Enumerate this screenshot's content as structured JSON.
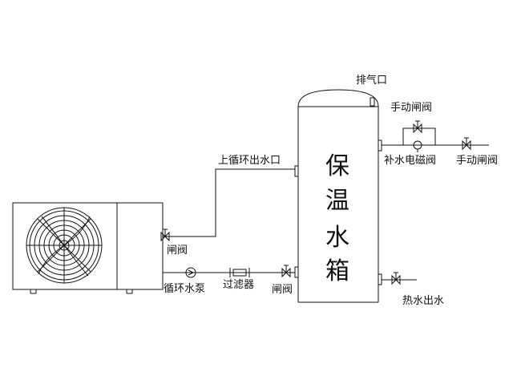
{
  "labels": {
    "exhaust_port": "排气口",
    "manual_gate_valve_top": "手动闸阀",
    "manual_gate_valve_right": "手动闸阀",
    "makeup_solenoid_valve": "补水电磁阀",
    "upper_circulation_outlet": "上循环出水口",
    "gate_valve_upper": "闸阀",
    "gate_valve_lower": "闸阀",
    "circulation_pump": "循环水泵",
    "filter": "过滤器",
    "hot_water_outlet": "热水出水"
  },
  "tank_title": [
    "保",
    "温",
    "水",
    "箱"
  ],
  "colors": {
    "line": "#111111",
    "background": "#ffffff"
  }
}
